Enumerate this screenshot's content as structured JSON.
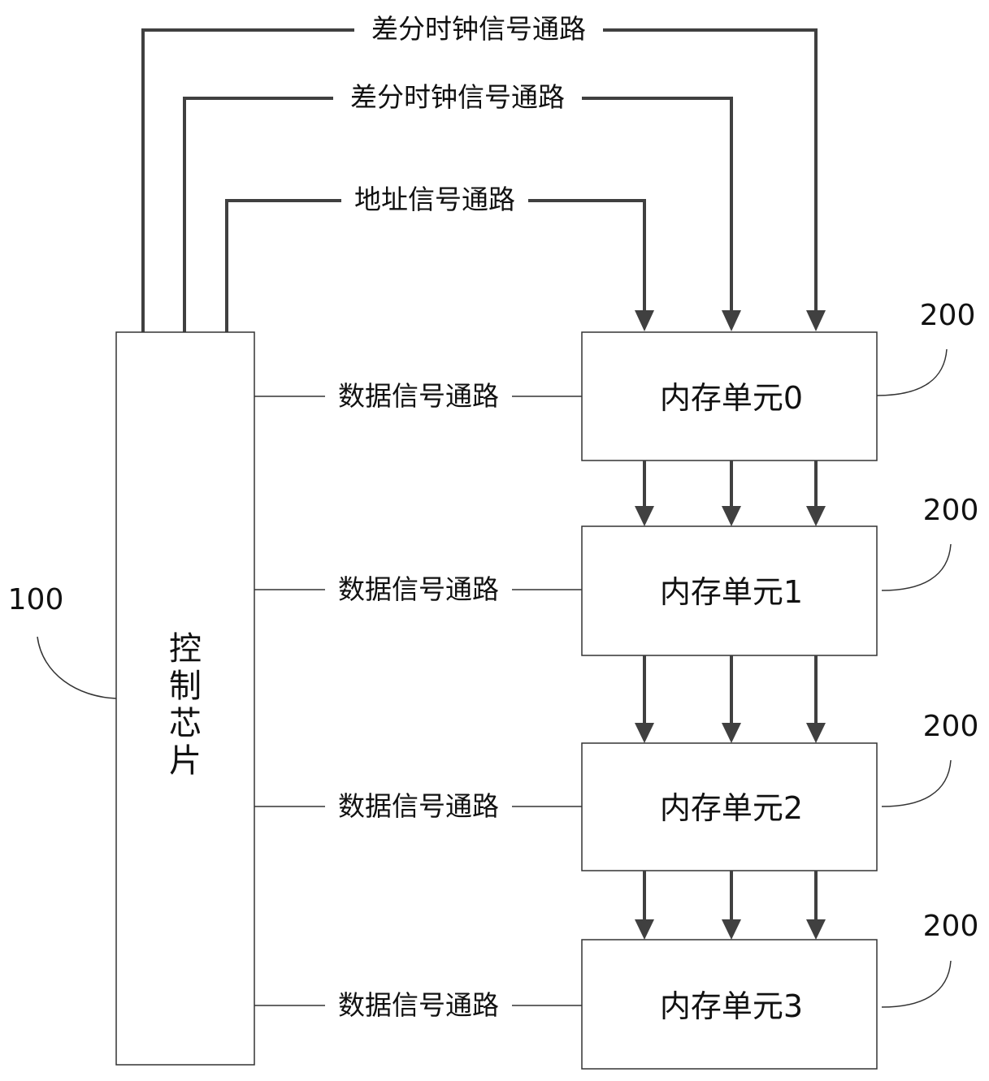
{
  "controller": {
    "label_chars": [
      "控",
      "制",
      "芯",
      "片"
    ],
    "ref": "100"
  },
  "top_paths": {
    "diff_clock_1": "差分时钟信号通路",
    "diff_clock_2": "差分时钟信号通路",
    "address": "地址信号通路"
  },
  "units": [
    {
      "label": "内存单元0",
      "ref": "200",
      "data_path": "数据信号通路"
    },
    {
      "label": "内存单元1",
      "ref": "200",
      "data_path": "数据信号通路"
    },
    {
      "label": "内存单元2",
      "ref": "200",
      "data_path": "数据信号通路"
    },
    {
      "label": "内存单元3",
      "ref": "200",
      "data_path": "数据信号通路"
    }
  ]
}
